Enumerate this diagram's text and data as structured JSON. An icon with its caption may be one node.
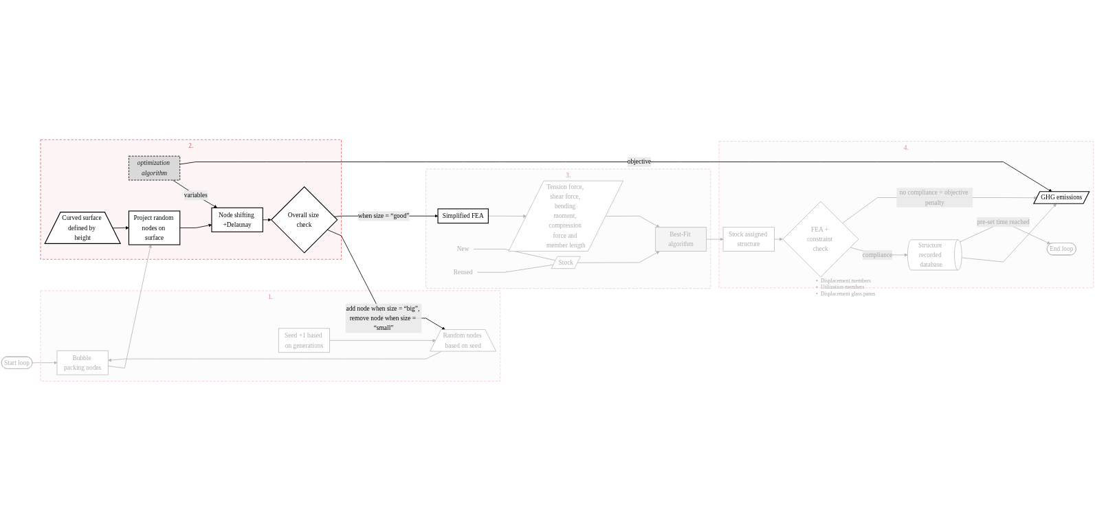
{
  "diagram": {
    "nodes": [
      {
        "text": [
          "1."
        ]
      },
      {
        "text": [
          "Start loop"
        ]
      },
      {
        "text": [
          "Bubble packing nodes"
        ],
        "in": 0
      },
      {
        "text": [
          "Seed +1 based on generations"
        ],
        "in": 0
      },
      {
        "text": [
          "Random nodes based on seed"
        ],
        "in": 0
      },
      {
        "text": [
          "2."
        ]
      },
      {
        "text": [
          "Project random nodes on surface"
        ],
        "in": 5
      },
      {
        "text": [
          "Node shifting +Delaunay"
        ],
        "in": 5
      },
      {
        "text": [
          "Overall size check"
        ],
        "in": 5
      },
      {
        "text": [
          "Curved surface defined by height"
        ],
        "in": 5
      },
      {
        "text": [
          "optimization algorithm"
        ],
        "in": 5
      },
      {
        "text": [
          "3."
        ]
      },
      {
        "text": [
          "Simplified FEA"
        ],
        "in": 11
      },
      {
        "text": [
          "Tension force, shear force, bending moment, compression force and member length"
        ],
        "in": 11
      },
      {
        "text": [
          "New"
        ],
        "in": 11
      },
      {
        "text": [
          "Reused"
        ],
        "in": 11
      },
      {
        "text": [
          "Stock"
        ],
        "in": 11
      },
      {
        "text": [
          "Best-Fit algorithm"
        ],
        "in": 11
      },
      {
        "text": [
          "4."
        ]
      },
      {
        "text": [
          "FEA + constraint check"
        ],
        "in": 18,
        "beside": [
          "Displacement members",
          "Utilization members",
          "Displacement glass panes"
        ]
      },
      {
        "text": [
          "Stock assigned structure"
        ],
        "in": 18
      },
      {
        "text": [
          "Structure recorded database"
        ],
        "in": 18
      },
      {
        "text": [
          "GHG emissions"
        ],
        "in": 18
      },
      {
        "text": [
          "End loop"
        ],
        "in": 18
      }
    ],
    "edges": [
      {
        "from": 1,
        "to": 2,
        "arrow": "to"
      },
      {
        "from": 3,
        "to": 4,
        "arrow": "to"
      },
      {
        "from": 4,
        "to": 2,
        "arrow": "to"
      },
      {
        "from": 2,
        "to": 6,
        "arrow": "to"
      },
      {
        "from": 6,
        "to": 7,
        "arrow": "to",
        "color": "#000000"
      },
      {
        "from": 7,
        "to": 8,
        "arrow": "to",
        "color": "#000000"
      },
      {
        "from": 9,
        "to": 6,
        "arrow": "to",
        "color": "#000000"
      },
      {
        "from": 10,
        "to": 7,
        "arrow": "to",
        "label": "variables",
        "color": "#000000"
      },
      {
        "from": 8,
        "to": 4,
        "arrow": "to",
        "label": "add node when size = “big”, remove node when size = “small”",
        "color": "#000000"
      },
      {
        "from": 8,
        "to": 12,
        "arrow": "to",
        "label": "when size = “good”",
        "color": "#000000"
      },
      {
        "from": 10,
        "to": 22,
        "arrow": "to",
        "label": "objective",
        "color": "#000000"
      },
      {
        "from": 12,
        "to": 13,
        "arrow": "to"
      },
      {
        "from": 13,
        "to": 17,
        "arrow": "to"
      },
      {
        "from": 14,
        "to": 16,
        "arrow": "none"
      },
      {
        "from": 15,
        "to": 16,
        "arrow": "none"
      },
      {
        "from": 16,
        "to": 17,
        "arrow": "to"
      },
      {
        "from": 17,
        "to": 20,
        "arrow": "to"
      },
      {
        "from": 20,
        "to": 19,
        "arrow": "to"
      },
      {
        "from": 19,
        "to": 21,
        "arrow": "to",
        "label": "compliance"
      },
      {
        "from": 19,
        "to": 22,
        "arrow": "to",
        "label": "no compliance = objective penalty"
      },
      {
        "from": 21,
        "to": 22,
        "arrow": "to"
      },
      {
        "from": 21,
        "to": 23,
        "arrow": "to",
        "label": "pre-set time reached"
      }
    ]
  }
}
